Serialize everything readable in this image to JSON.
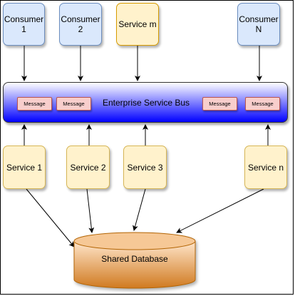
{
  "consumers": [
    {
      "label": "Consumer\n1"
    },
    {
      "label": "Consumer\n2"
    },
    {
      "label": "Service m"
    },
    {
      "label": "Consumer\nN"
    }
  ],
  "bus": {
    "label": "Enterprise Service Bus",
    "messages": [
      "Message",
      "Message",
      "Message",
      "Message"
    ]
  },
  "services": [
    {
      "label": "Service 1"
    },
    {
      "label": "Service 2"
    },
    {
      "label": "Service 3"
    },
    {
      "label": "Service n"
    }
  ],
  "database": {
    "label": "Shared Database"
  },
  "colors": {
    "consumer_fill": "#dae8fc",
    "service_fill": "#fff2cc",
    "message_fill": "#f8cecc",
    "bus_gradient_end": "#0000ff",
    "database_fill_top": "#ffe6cc",
    "database_fill_bottom": "#d07a20"
  }
}
